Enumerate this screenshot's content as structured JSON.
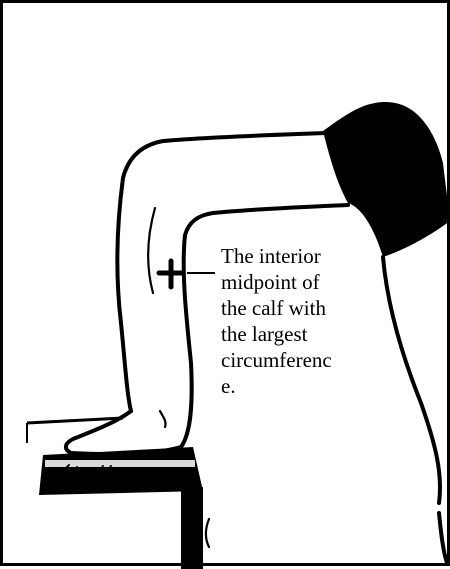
{
  "annotation": {
    "lines": [
      "The interior",
      "midpoint of",
      "the calf with",
      "the largest",
      "circumferenc",
      "e."
    ]
  },
  "colors": {
    "ink": "#000000",
    "paper": "#ffffff"
  }
}
